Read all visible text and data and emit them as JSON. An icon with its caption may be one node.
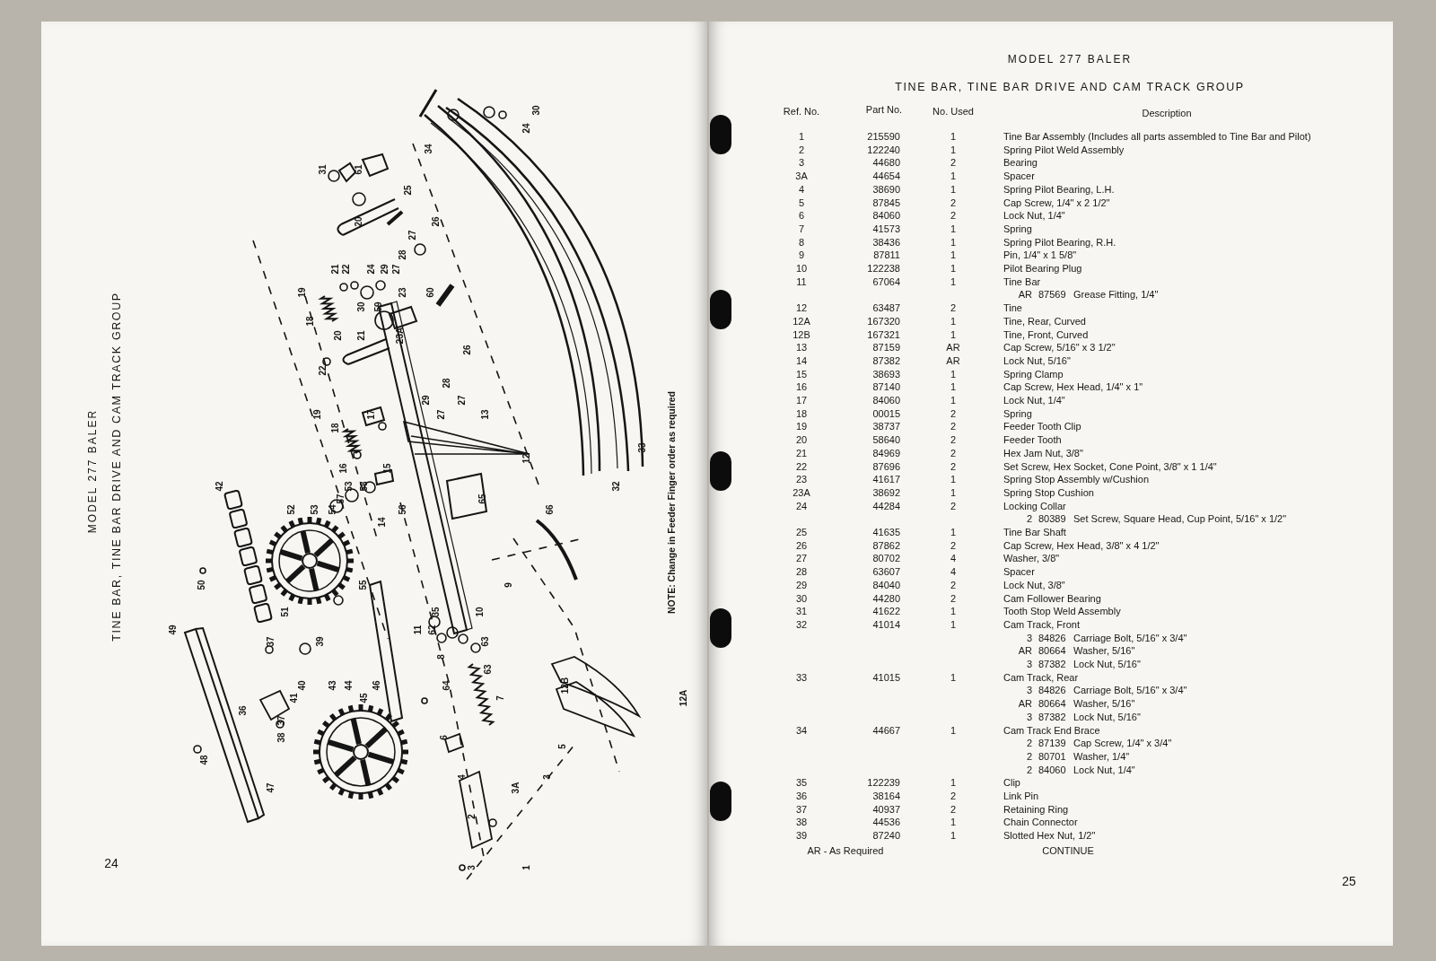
{
  "diagram": {
    "labels": [
      "MODEL 277 BALER",
      "TINE BAR, TINE BAR DRIVE AND CAM TRACK GROUP",
      "30",
      "24",
      "34",
      "31",
      "61",
      "25",
      "20",
      "26",
      "27",
      "28",
      "21",
      "22",
      "24",
      "29",
      "27",
      "19",
      "23",
      "60",
      "30",
      "59",
      "18",
      "20",
      "21",
      "23A",
      "26",
      "22",
      "28",
      "29",
      "27",
      "19",
      "17",
      "27",
      "13",
      "18",
      "33",
      "12",
      "16",
      "15",
      "42",
      "53",
      "58",
      "32",
      "57",
      "65",
      "52",
      "53",
      "54",
      "56",
      "66",
      "14",
      "50",
      "55",
      "9",
      "51",
      "35",
      "10",
      "49",
      "11",
      "62",
      "37",
      "39",
      "63",
      "8",
      "63",
      "40",
      "43",
      "44",
      "46",
      "64",
      "12B",
      "41",
      "45",
      "7",
      "12A",
      "36",
      "37",
      "38",
      "6",
      "5",
      "48",
      "4",
      "3",
      "47",
      "3A",
      "2",
      "3",
      "1",
      "NOTE: Change in Feeder Finger order as required",
      "24",
      "MODEL 277 BALER",
      "TINE BAR, TINE BAR DRIVE AND CAM TRACK GROUP",
      "Ref. No.",
      "Part No.",
      "No. Used",
      "Description",
      "1",
      "215590",
      "1",
      "Tine Bar Assembly (Includes all parts assembled to Tine Bar and Pilot)",
      "2",
      "122240",
      "1",
      "Spring Pilot Weld Assembly",
      "3",
      "44680",
      "2",
      "Bearing",
      "3A",
      "44654",
      "1",
      "Spacer",
      "4",
      "38690",
      "1",
      "Spring Pilot Bearing, L.H.",
      "5",
      "87845",
      "2",
      "Cap Screw, 1/4\" x 2 1/2\"",
      "6",
      "84060",
      "2",
      "Lock Nut, 1/4\"",
      "7",
      "41573",
      "1",
      "Spring",
      "8",
      "38436",
      "1",
      "Spring Pilot Bearing, R.H.",
      "9",
      "87811",
      "1",
      "Pin, 1/4\" x 1 5/8\"",
      "10",
      "122238",
      "1",
      "Pilot Bearing Plug",
      "11",
      "67064",
      "1",
      "Tine Bar",
      "AR",
      "87569",
      "Grease Fitting, 1/4\"",
      "12",
      "63487",
      "2",
      "Tine",
      "12A",
      "167320",
      "1",
      "Tine, Rear, Curved",
      "12B",
      "167321",
      "1",
      "Tine, Front, Curved",
      "13",
      "87159",
      "AR",
      "Cap Screw, 5/16\" x 3 1/2\"",
      "14",
      "87382",
      "AR",
      "Lock Nut, 5/16\"",
      "15",
      "38693",
      "1",
      "Spring Clamp",
      "16",
      "87140",
      "1",
      "Cap Screw, Hex Head, 1/4\" x 1\"",
      "17",
      "84060",
      "1",
      "Lock Nut, 1/4\"",
      "18",
      "00015",
      "2",
      "Spring",
      "19",
      "38737",
      "2",
      "Feeder Tooth Clip",
      "20",
      "58640",
      "2",
      "Feeder Tooth",
      "21",
      "84969",
      "2",
      "Hex Jam Nut, 3/8\"",
      "22",
      "87696",
      "2",
      "Set Screw, Hex Socket, Cone Point, 3/8\" x 1 1/4\"",
      "23",
      "41617",
      "1",
      "Spring Stop Assembly w/Cushion",
      "23A",
      "38692",
      "1",
      "Spring Stop Cushion",
      "24",
      "44284",
      "2",
      "Locking Collar",
      "2",
      "80389",
      "Set Screw, Square Head, Cup Point, 5/16\" x 1/2\"",
      "25",
      "41635",
      "1",
      "Tine Bar Shaft",
      "26",
      "87862",
      "2",
      "Cap Screw, Hex Head, 3/8\" x 4 1/2\"",
      "27",
      "80702",
      "4",
      "Washer, 3/8\"",
      "28",
      "63607",
      "4",
      "Spacer",
      "29",
      "84040",
      "2",
      "Lock Nut, 3/8\"",
      "30",
      "44280",
      "2",
      "Cam Follower Bearing",
      "31",
      "41622",
      "1",
      "Tooth Stop Weld Assembly",
      "32",
      "41014",
      "1",
      "Cam Track, Front",
      "3",
      "84826",
      "Carriage Bolt, 5/16\" x 3/4\"",
      "AR",
      "80664",
      "Washer, 5/16\"",
      "3",
      "87382",
      "Lock Nut, 5/16\"",
      "33",
      "41015",
      "1",
      "Cam Track, Rear",
      "3",
      "84826",
      "Carriage Bolt, 5/16\" x 3/4\"",
      "AR",
      "80664",
      "Washer, 5/16\"",
      "3",
      "87382",
      "Lock Nut, 5/16\"",
      "34",
      "44667",
      "1",
      "Cam Track End Brace",
      "2",
      "87139",
      "Cap Screw, 1/4\" x 3/4\"",
      "2",
      "80701",
      "Washer, 1/4\"",
      "2",
      "84060",
      "Lock Nut, 1/4\"",
      "35",
      "122239",
      "1",
      "Clip",
      "36",
      "38164",
      "2",
      "Link Pin",
      "37",
      "40937",
      "2",
      "Retaining Ring",
      "38",
      "44536",
      "1",
      "Chain Connector",
      "39",
      "87240",
      "1",
      "Slotted Hex Nut, 1/2\"",
      "AR - As Required",
      "CONTINUE",
      "25"
    ]
  }
}
